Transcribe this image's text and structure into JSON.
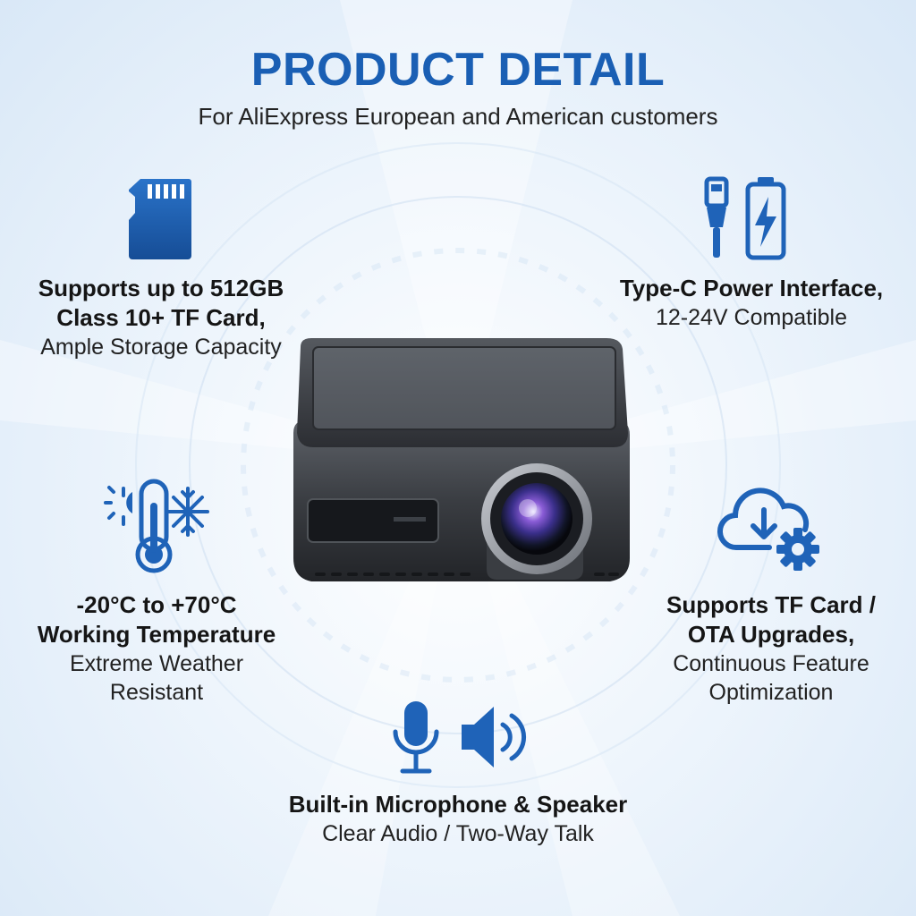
{
  "header": {
    "title": "PRODUCT DETAIL",
    "subtitle": "For AliExpress European and American customers"
  },
  "features": {
    "storage": {
      "line1": "Supports up to 512GB",
      "line2": "Class 10+ TF Card,",
      "line3": "Ample Storage Capacity",
      "icon": "sd-card-icon"
    },
    "power": {
      "line1": "Type-C Power Interface,",
      "line2": "12-24V Compatible",
      "icon": "usb-c-battery-icon"
    },
    "temperature": {
      "line1": "-20°C to +70°C",
      "line2": "Working Temperature",
      "line3": "Extreme Weather",
      "line4": "Resistant",
      "icon": "thermometer-sun-snow-icon"
    },
    "upgrade": {
      "line1": "Supports TF Card /",
      "line2": "OTA Upgrades,",
      "line3": "Continuous Feature",
      "line4": "Optimization",
      "icon": "cloud-download-gear-icon"
    },
    "audio": {
      "line1": "Built-in Microphone & Speaker",
      "line2": "Clear Audio / Two-Way Talk",
      "icon": "microphone-speaker-icon"
    }
  },
  "colors": {
    "accent": "#1a5fb4",
    "icon_blue": "#1f63b8",
    "text": "#151515"
  }
}
